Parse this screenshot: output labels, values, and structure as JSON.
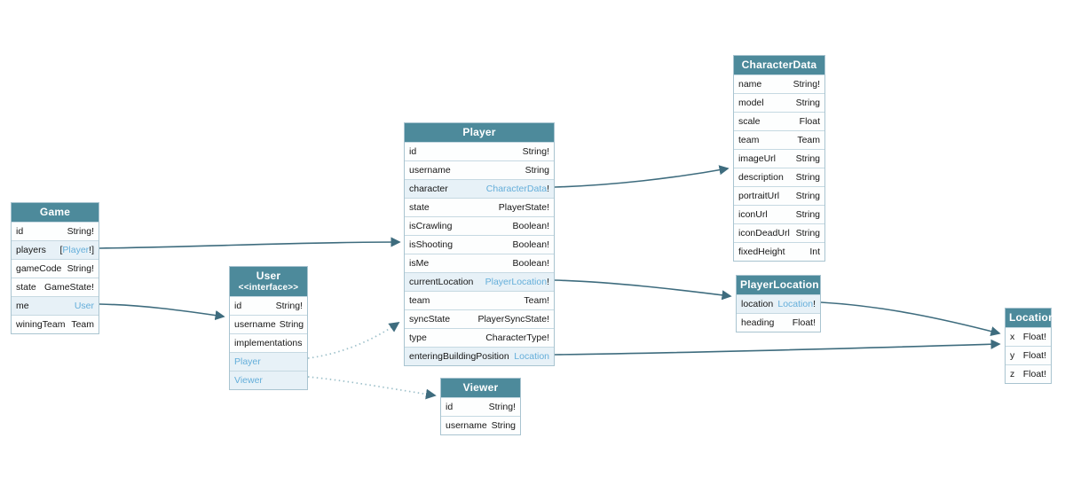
{
  "diagram": {
    "kind": "graphql-schema-diagram",
    "palette": {
      "header_bg": "#4d8a9b",
      "header_text": "#ffffff",
      "row_bg": "#fdfefe",
      "row_link_bg": "#e7f1f7",
      "row_border": "#c6d9e2",
      "node_border": "#a9c4d0",
      "text": "#161616",
      "link_text": "#64aeda",
      "edge": "#3e6c7e",
      "edge_dotted": "#9dc0ca"
    }
  },
  "nodes": [
    {
      "id": "game",
      "title": "Game",
      "fields": [
        {
          "name": "id",
          "type": "String!"
        },
        {
          "name": "players",
          "type_prefix": "[",
          "type_link": "Player",
          "type_suffix": "!]"
        },
        {
          "name": "gameCode",
          "type": "String!"
        },
        {
          "name": "state",
          "type": "GameState!"
        },
        {
          "name": "me",
          "type_link": "User"
        },
        {
          "name": "winingTeam",
          "type": "Team"
        }
      ]
    },
    {
      "id": "user",
      "title": "User",
      "subtitle": "<<interface>>",
      "fields": [
        {
          "name": "id",
          "type": "String!"
        },
        {
          "name": "username",
          "type": "String"
        },
        {
          "name": "implementations"
        },
        {
          "name_link": "Player"
        },
        {
          "name_link": "Viewer"
        }
      ]
    },
    {
      "id": "player",
      "title": "Player",
      "fields": [
        {
          "name": "id",
          "type": "String!"
        },
        {
          "name": "username",
          "type": "String"
        },
        {
          "name": "character",
          "type_link": "CharacterData",
          "type_suffix": "!"
        },
        {
          "name": "state",
          "type": "PlayerState!"
        },
        {
          "name": "isCrawling",
          "type": "Boolean!"
        },
        {
          "name": "isShooting",
          "type": "Boolean!"
        },
        {
          "name": "isMe",
          "type": "Boolean!"
        },
        {
          "name": "currentLocation",
          "type_link": "PlayerLocation",
          "type_suffix": "!"
        },
        {
          "name": "team",
          "type": "Team!"
        },
        {
          "name": "syncState",
          "type": "PlayerSyncState!"
        },
        {
          "name": "type",
          "type": "CharacterType!"
        },
        {
          "name": "enteringBuildingPosition",
          "type_link": "Location"
        }
      ]
    },
    {
      "id": "characterData",
      "title": "CharacterData",
      "fields": [
        {
          "name": "name",
          "type": "String!"
        },
        {
          "name": "model",
          "type": "String"
        },
        {
          "name": "scale",
          "type": "Float"
        },
        {
          "name": "team",
          "type": "Team"
        },
        {
          "name": "imageUrl",
          "type": "String"
        },
        {
          "name": "description",
          "type": "String"
        },
        {
          "name": "portraitUrl",
          "type": "String"
        },
        {
          "name": "iconUrl",
          "type": "String"
        },
        {
          "name": "iconDeadUrl",
          "type": "String"
        },
        {
          "name": "fixedHeight",
          "type": "Int"
        }
      ]
    },
    {
      "id": "playerLocation",
      "title": "PlayerLocation",
      "fields": [
        {
          "name": "location",
          "type_link": "Location",
          "type_suffix": "!"
        },
        {
          "name": "heading",
          "type": "Float!"
        }
      ]
    },
    {
      "id": "location",
      "title": "Location",
      "fields": [
        {
          "name": "x",
          "type": "Float!"
        },
        {
          "name": "y",
          "type": "Float!"
        },
        {
          "name": "z",
          "type": "Float!"
        }
      ]
    },
    {
      "id": "viewer",
      "title": "Viewer",
      "fields": [
        {
          "name": "id",
          "type": "String!"
        },
        {
          "name": "username",
          "type": "String"
        }
      ]
    }
  ],
  "edges": [
    {
      "from": "Game.players",
      "to": "Player",
      "style": "solid"
    },
    {
      "from": "Game.me",
      "to": "User",
      "style": "solid"
    },
    {
      "from": "User.Player",
      "to": "Player",
      "style": "dotted"
    },
    {
      "from": "User.Viewer",
      "to": "Viewer",
      "style": "dotted"
    },
    {
      "from": "Player.character",
      "to": "CharacterData",
      "style": "solid"
    },
    {
      "from": "Player.currentLocation",
      "to": "PlayerLocation",
      "style": "solid"
    },
    {
      "from": "Player.enteringBuildingPosition",
      "to": "Location",
      "style": "solid"
    },
    {
      "from": "PlayerLocation.location",
      "to": "Location",
      "style": "solid"
    }
  ]
}
